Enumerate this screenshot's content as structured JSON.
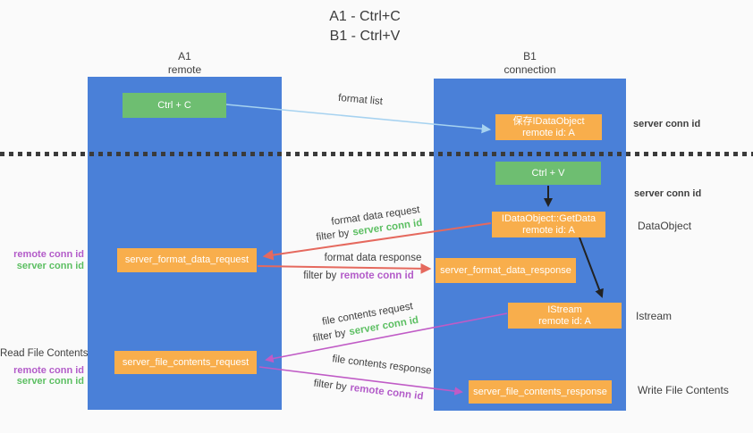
{
  "title": {
    "line1": "A1 - Ctrl+C",
    "line2": "B1 - Ctrl+V"
  },
  "lanes": {
    "left": {
      "title": "A1",
      "subtitle": "remote"
    },
    "right": {
      "title": "B1",
      "subtitle": "connection"
    }
  },
  "nodes": {
    "ctrl_c": {
      "label": "Ctrl + C"
    },
    "save_idataobject": {
      "line1": "保存IDataObject",
      "line2": "remote id: A"
    },
    "ctrl_v": {
      "label": "Ctrl + V"
    },
    "idataobject_getdata": {
      "line1": "IDataObject::GetData",
      "line2": "remote id: A"
    },
    "server_format_data_request": {
      "label": "server_format_data_request"
    },
    "server_format_data_response": {
      "label": "server_format_data_response"
    },
    "istream": {
      "line1": "IStream",
      "line2": "remote id: A"
    },
    "server_file_contents_request": {
      "label": "server_file_contents_request"
    },
    "server_file_contents_response": {
      "label": "server_file_contents_response"
    }
  },
  "arrows": {
    "format_list": {
      "label": "format list"
    },
    "format_data_request": {
      "label": "format data request",
      "filter_prefix": "filter by",
      "filter_key": "server conn id"
    },
    "format_data_response": {
      "label": "format data response",
      "filter_prefix": "filter by",
      "filter_key": "remote conn id"
    },
    "file_contents_request": {
      "label": "file contents request",
      "filter_prefix": "filter by",
      "filter_key": "server conn id"
    },
    "file_contents_response": {
      "label": "file contents response",
      "filter_prefix": "filter by",
      "filter_key": "remote conn id"
    }
  },
  "annotations": {
    "server_conn_id_top": "server conn id",
    "server_conn_id_mid": "server conn id",
    "dataobject": "DataObject",
    "istream": "Istream",
    "write_file_contents": "Write File Contents",
    "read_file_contents": "Read File Contents",
    "left_mid": {
      "remote": "remote conn id",
      "server": "server conn id"
    },
    "left_bottom": {
      "remote": "remote conn id",
      "server": "server conn id"
    }
  },
  "colors": {
    "lane_blue": "#4a80d8",
    "node_orange": "#f8ae4c",
    "node_green": "#6ebe71",
    "arrow_red": "#e5695e",
    "arrow_magenta": "#c05bc6",
    "arrow_light_blue": "#a6d2f0",
    "arrow_black": "#222222",
    "text_green": "#5cbf62",
    "text_purple": "#b35cc9",
    "separator_dark": "#3b3b3b"
  }
}
